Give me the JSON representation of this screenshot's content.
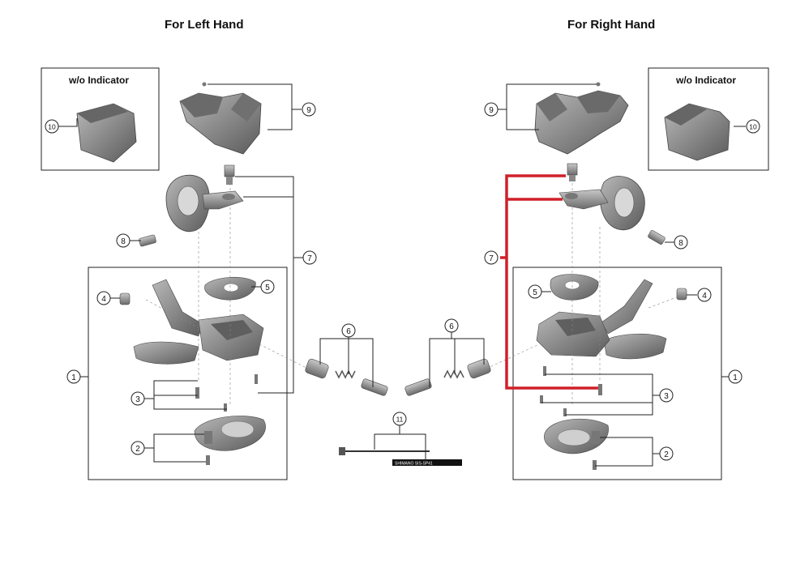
{
  "headers": {
    "left": "For Left Hand",
    "right": "For Right Hand"
  },
  "inset_boxes": {
    "left_title": "w/o Indicator",
    "right_title": "w/o Indicator"
  },
  "callouts": {
    "c1": "1",
    "c2": "2",
    "c3": "3",
    "c4": "4",
    "c5": "5",
    "c6": "6",
    "c7": "7",
    "c8": "8",
    "c9": "9",
    "c10": "10",
    "c11": "11"
  },
  "cable_label": "SHIMANO SIS-SP41",
  "colors": {
    "highlight": "#d0202a",
    "part_fill": "#8a8a8a",
    "part_dark": "#5e5e5e",
    "line": "#222222"
  }
}
